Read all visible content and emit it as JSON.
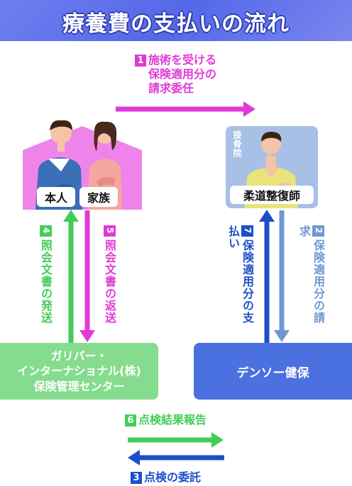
{
  "title": "療養費の支払いの流れ",
  "steps": {
    "s1": {
      "num": "1",
      "line1": "施術を受ける",
      "line2": "保険適用分の",
      "line3": "請求委任"
    },
    "s2": {
      "num": "2",
      "text": "保険適用分の請求"
    },
    "s3": {
      "num": "3",
      "text": "点検の委託"
    },
    "s4": {
      "num": "4",
      "text": "照会文書の発送"
    },
    "s5": {
      "num": "5",
      "text": "照会文書の返送"
    },
    "s6": {
      "num": "6",
      "text": "点検結果報告"
    },
    "s7": {
      "num": "7",
      "text": "保険適用分の支払い"
    }
  },
  "patient": {
    "label1": "本人",
    "label2": "家族"
  },
  "practitioner": {
    "clinic": "接骨院",
    "label": "柔道整復師"
  },
  "garibar": {
    "line1": "ガリバー・",
    "line2": "インターナショナル(株)",
    "line3": "保険管理センター"
  },
  "denso": {
    "label": "デンソー健保"
  },
  "colors": {
    "magenta": "#e03ad6",
    "green": "#43cd57",
    "navy": "#1d4fc9",
    "lightblue": "#6f98d3",
    "header": "#5b6fe9"
  }
}
